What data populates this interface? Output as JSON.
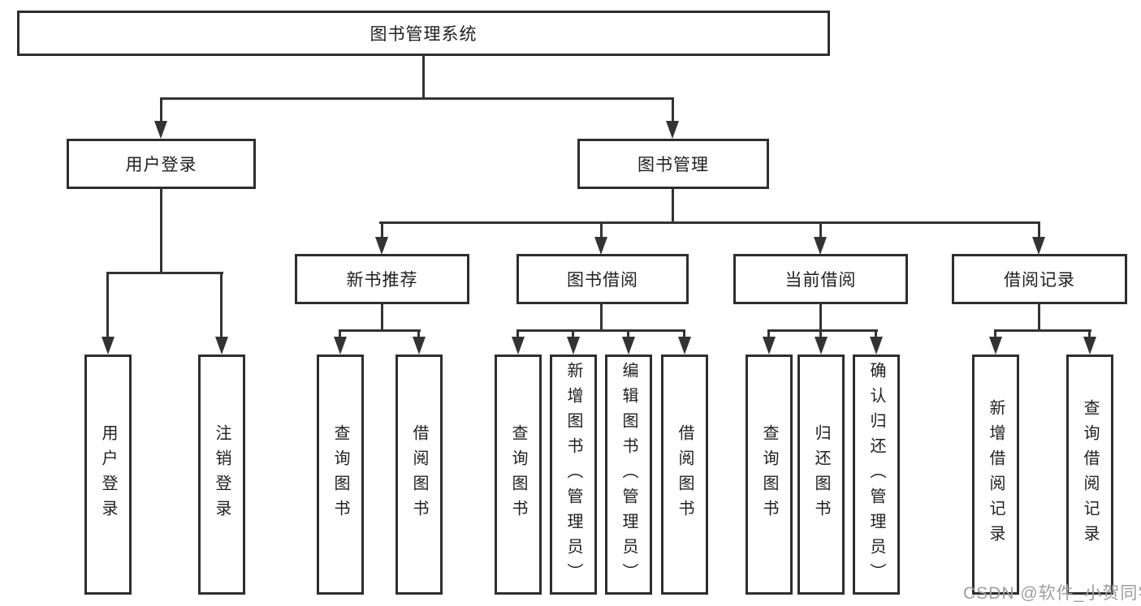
{
  "root": {
    "label": "图书管理系统"
  },
  "branches": [
    {
      "label": "用户登录"
    },
    {
      "label": "图书管理"
    }
  ],
  "sections": [
    {
      "label": "新书推荐"
    },
    {
      "label": "图书借阅"
    },
    {
      "label": "当前借阅"
    },
    {
      "label": "借阅记录"
    }
  ],
  "leaves": {
    "login": [
      "用户登录",
      "注销登录"
    ],
    "recommend": [
      "查询图书",
      "借阅图书"
    ],
    "borrow": [
      "查询图书",
      "新增图书（管理员）",
      "编辑图书（管理员）",
      "借阅图书"
    ],
    "current": [
      "查询图书",
      "归还图书",
      "确认归还（管理员）"
    ],
    "records": [
      "新增借阅记录",
      "查询借阅记录"
    ]
  },
  "watermark": "CSDN @软件_小贺同学",
  "colors": {
    "line": "#333333",
    "border": "#2e2e2e",
    "text": "#1f1f1f",
    "watermark": "#9e9e9e",
    "bg": "#ffffff"
  }
}
